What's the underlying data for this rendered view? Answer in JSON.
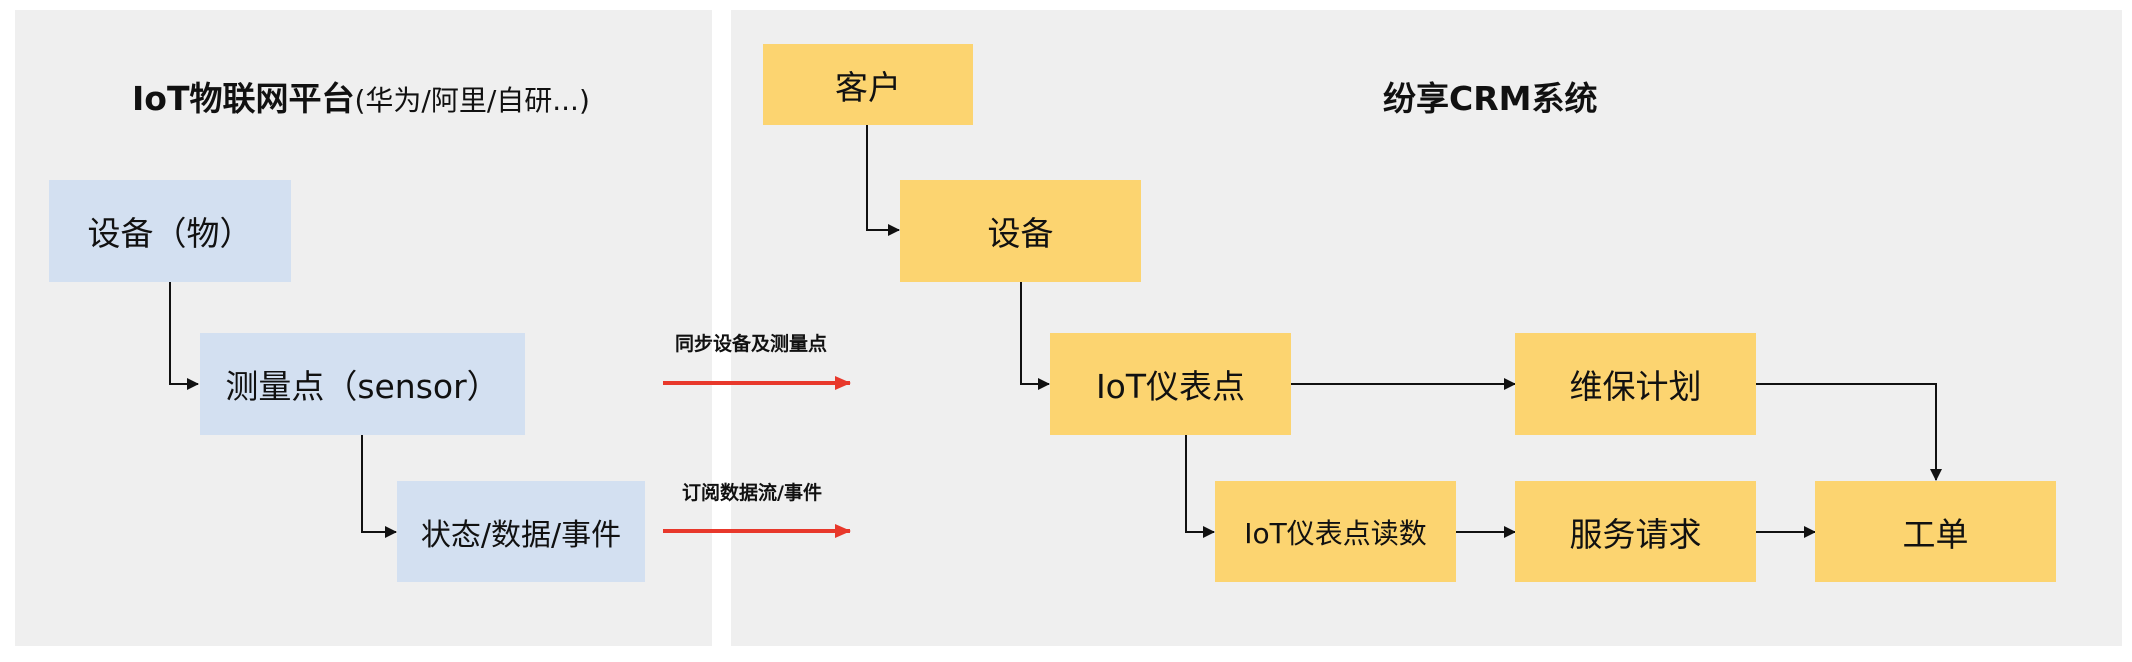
{
  "left_panel": {
    "title_main": "IoT物联网平台",
    "title_sub": "(华为/阿里/自研...)",
    "nodes": {
      "device": "设备（物）",
      "sensor": "测量点（sensor）",
      "status": "状态/数据/事件"
    }
  },
  "right_panel": {
    "title": "纷享CRM系统",
    "nodes": {
      "customer": "客户",
      "device": "设备",
      "iot_meter": "IoT仪表点",
      "maintenance": "维保计划",
      "meter_reading": "IoT仪表点读数",
      "service_request": "服务请求",
      "work_order": "工单"
    }
  },
  "flows": {
    "sync_label": "同步设备及测量点",
    "subscribe_label": "订阅数据流/事件"
  },
  "colors": {
    "panel_bg": "#efefef",
    "left_node": "#d3e0f1",
    "right_node": "#fcd470",
    "flow_arrow": "#e8382b",
    "connector": "#111111"
  }
}
